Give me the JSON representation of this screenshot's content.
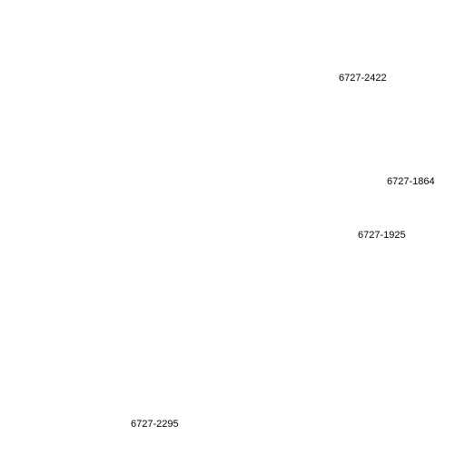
{
  "labels": [
    {
      "text": "6727-2422"
    },
    {
      "text": "6727-1864"
    },
    {
      "text": "6727-1925"
    },
    {
      "text": "6727-2295"
    }
  ]
}
